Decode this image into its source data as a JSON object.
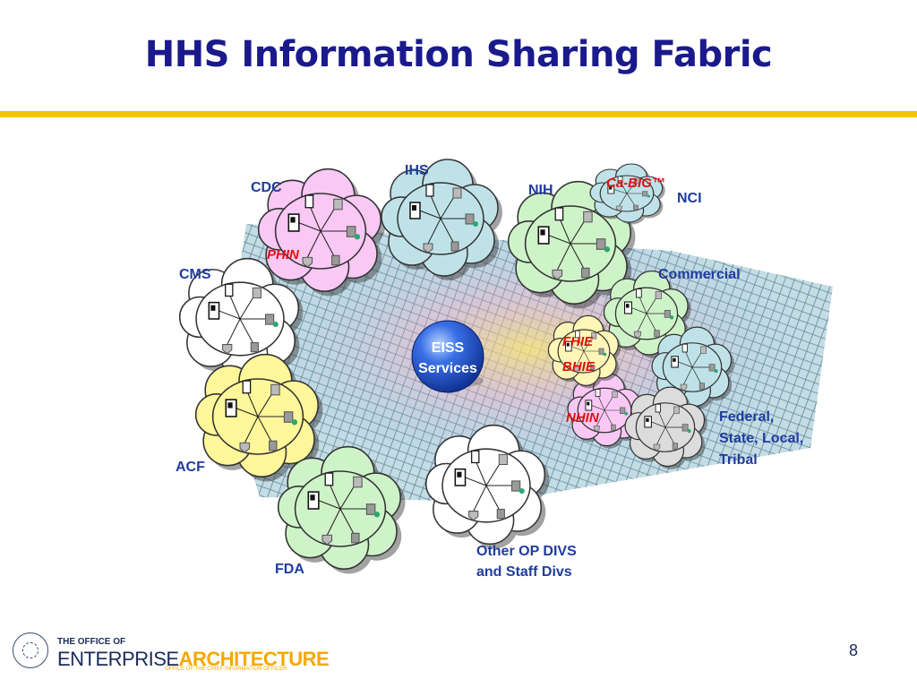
{
  "slide": {
    "title": "HHS Information Sharing Fabric",
    "page_number": "8"
  },
  "footer": {
    "office_of": "THE OFFICE OF",
    "enterprise": "ENTERPRISE",
    "architecture": "ARCHITECTURE",
    "subtitle": "OFFICE OF THE CHIEF INFORMATION OFFICER"
  },
  "hub": {
    "line1": "EISS",
    "line2": "Services",
    "color": "#1f4fd0"
  },
  "clouds": [
    {
      "id": "cdc",
      "label": "CDC",
      "sublabel": "PHIN",
      "color": "#f9c8f4"
    },
    {
      "id": "ihs",
      "label": "IHS",
      "sublabel": "",
      "color": "#bfe2e8"
    },
    {
      "id": "nih",
      "label": "NIH",
      "sublabel": "",
      "color": "#cff3c8"
    },
    {
      "id": "nci",
      "label": "NCI",
      "sublabel": "Ca-BIG™",
      "color": "#bfe2e8"
    },
    {
      "id": "cms",
      "label": "CMS",
      "sublabel": "",
      "color": "#ffffff"
    },
    {
      "id": "commercial",
      "label": "Commercial",
      "sublabel": "",
      "color": "#cff3c8"
    },
    {
      "id": "fhie",
      "label": "",
      "sublabel": "FHIE",
      "sublabel2": "BHIE",
      "color": "#fff6b8"
    },
    {
      "id": "va",
      "label": "",
      "sublabel": "",
      "color": "#bfe2e8"
    },
    {
      "id": "nhin",
      "label": "",
      "sublabel": "NHIN",
      "color": "#f9c8f4"
    },
    {
      "id": "fed",
      "label": "Federal,",
      "label2": "State, Local,",
      "label3": "Tribal",
      "color": "#dcdcdc"
    },
    {
      "id": "acf",
      "label": "ACF",
      "sublabel": "",
      "color": "#fff79a"
    },
    {
      "id": "other",
      "label": "Other OP DIVS",
      "label2": "and Staff Divs",
      "color": "#ffffff"
    },
    {
      "id": "fda",
      "label": "FDA",
      "sublabel": "",
      "color": "#cff3c8"
    }
  ]
}
